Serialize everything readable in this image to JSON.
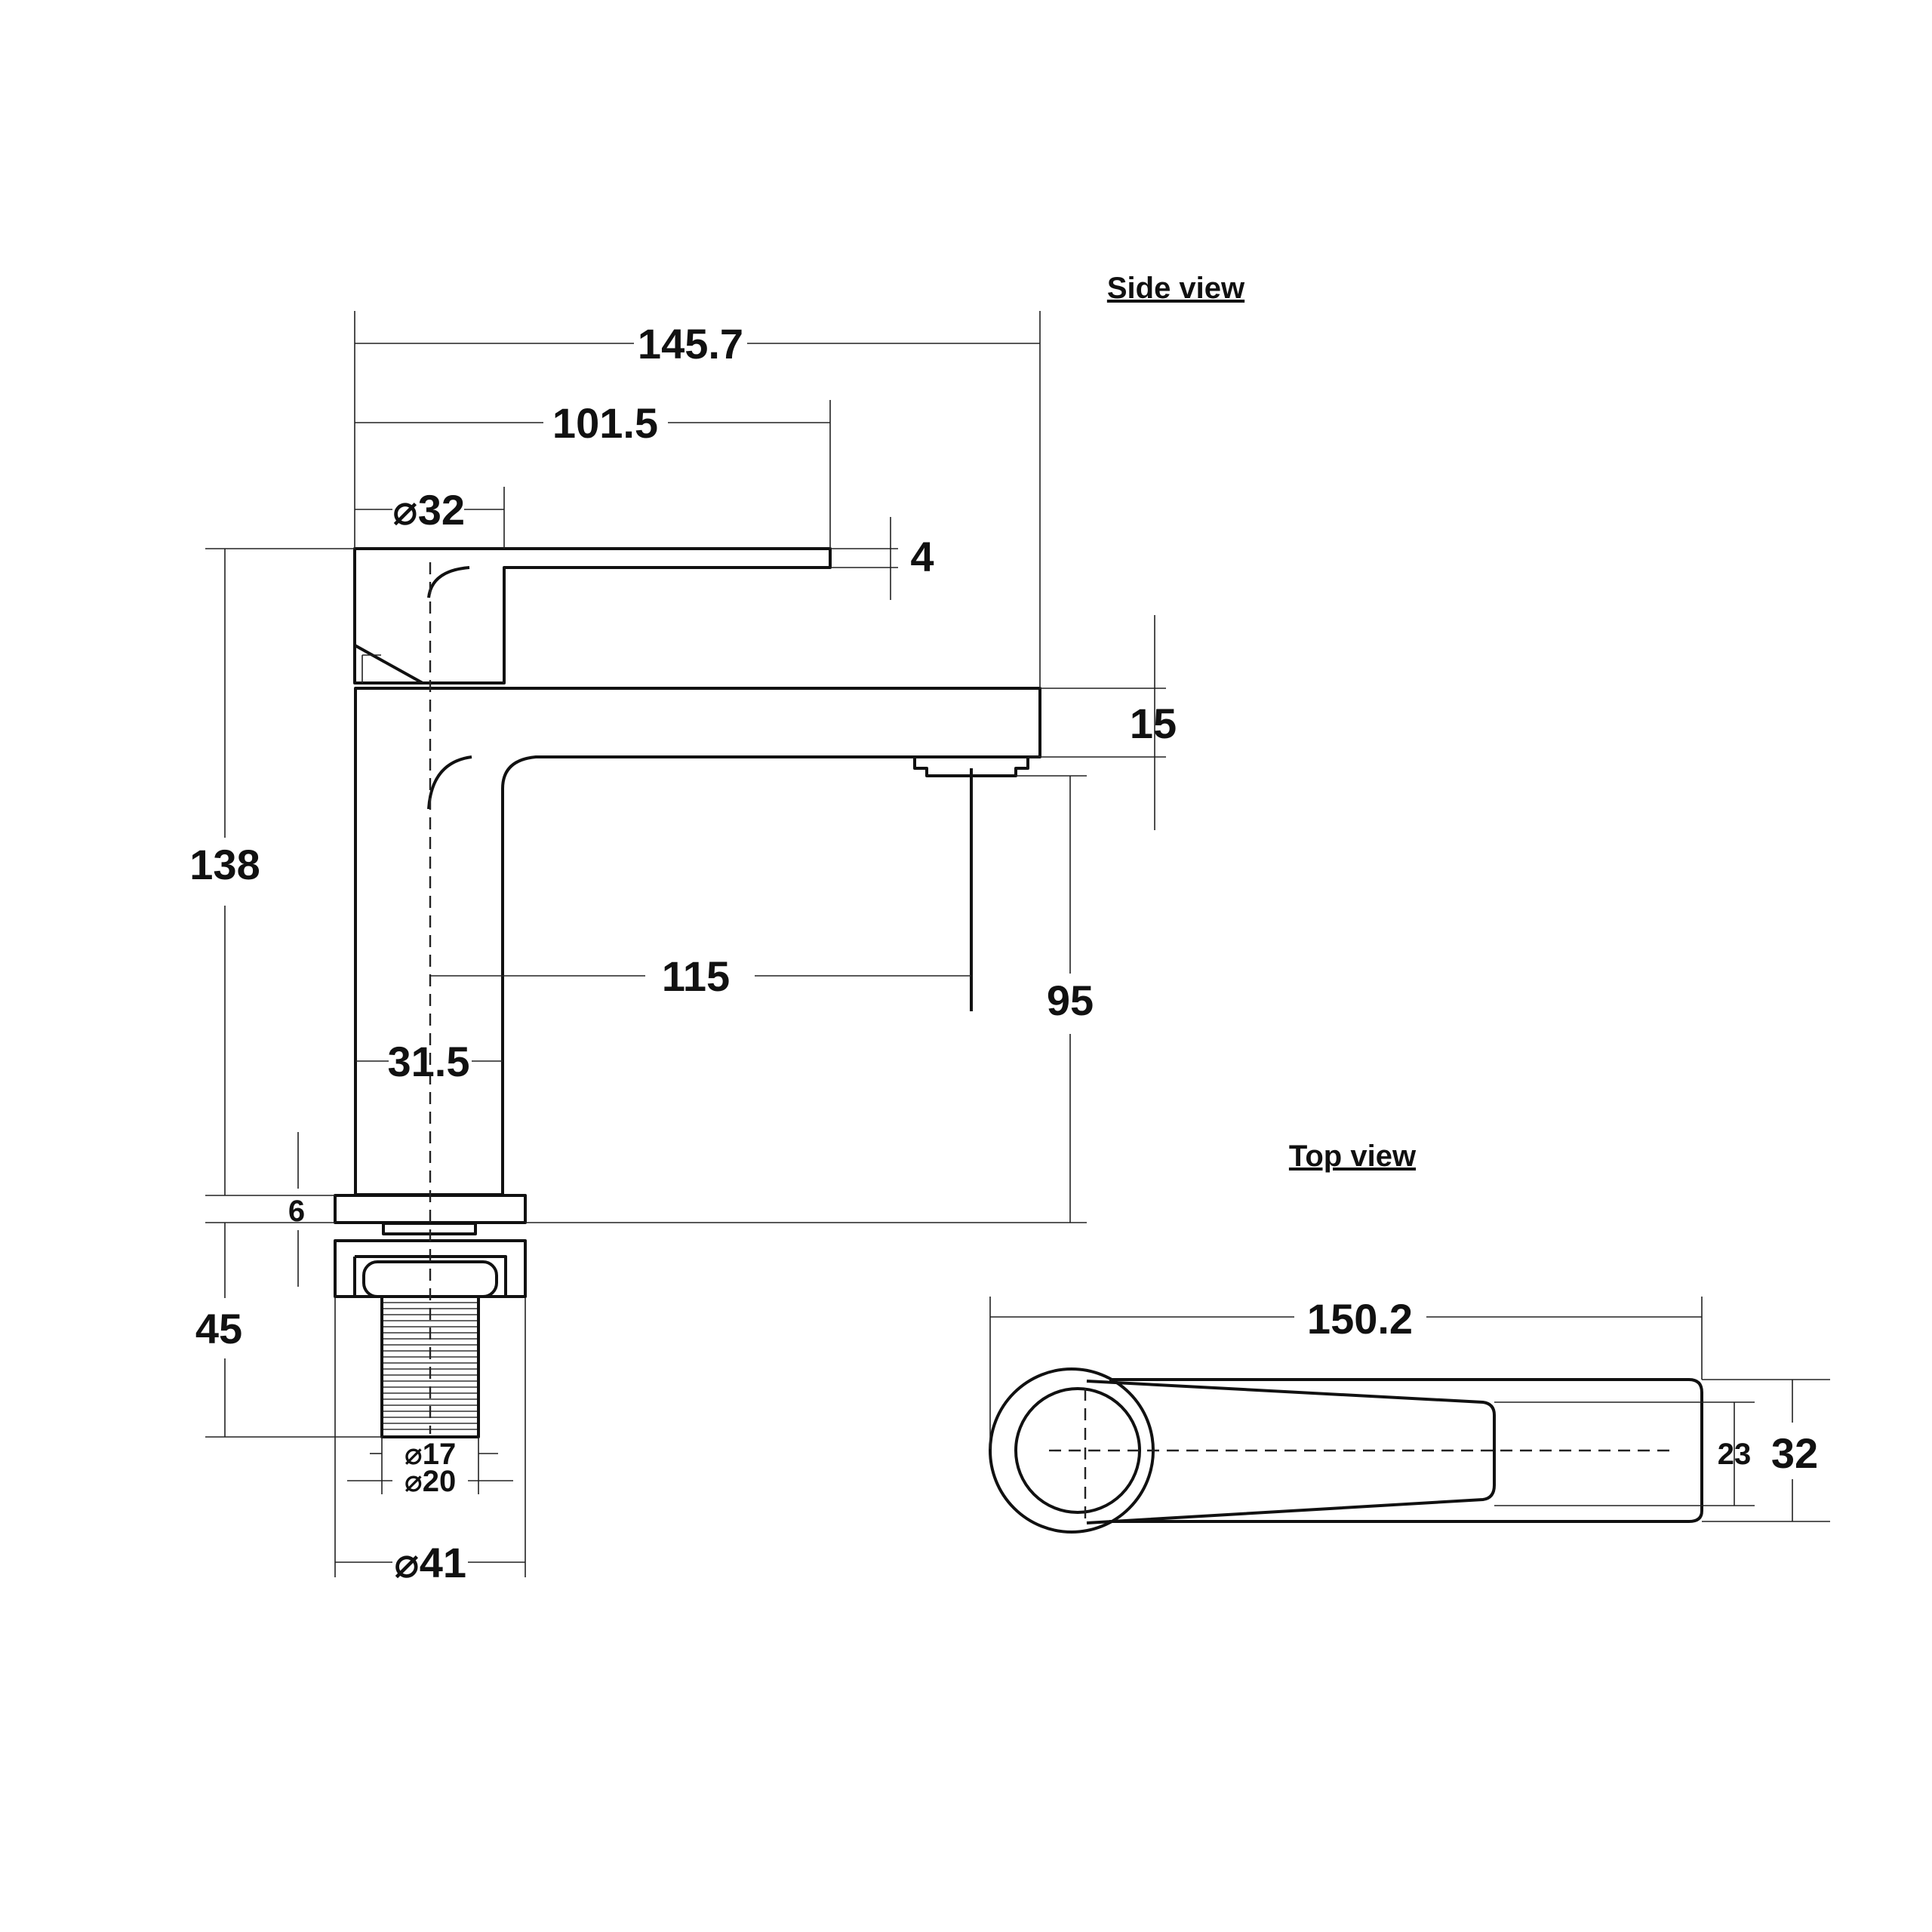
{
  "views": {
    "side_title": "Side view",
    "top_title": "Top view"
  },
  "dimensions": {
    "overall_length": "145.7",
    "handle_length": "101.5",
    "handle_diameter": "⌀32",
    "handle_thickness": "4",
    "spout_thickness": "15",
    "overall_height": "138",
    "spout_reach": "115",
    "spout_height": "95",
    "body_width": "31.5",
    "base_height": "6",
    "shank_length": "45",
    "thread_inner": "⌀17",
    "thread_outer": "⌀20",
    "base_diameter": "⌀41",
    "top_length": "150.2",
    "top_inner_width": "23",
    "top_width": "32"
  },
  "colors": {
    "line": "#111111",
    "background": "#ffffff"
  }
}
